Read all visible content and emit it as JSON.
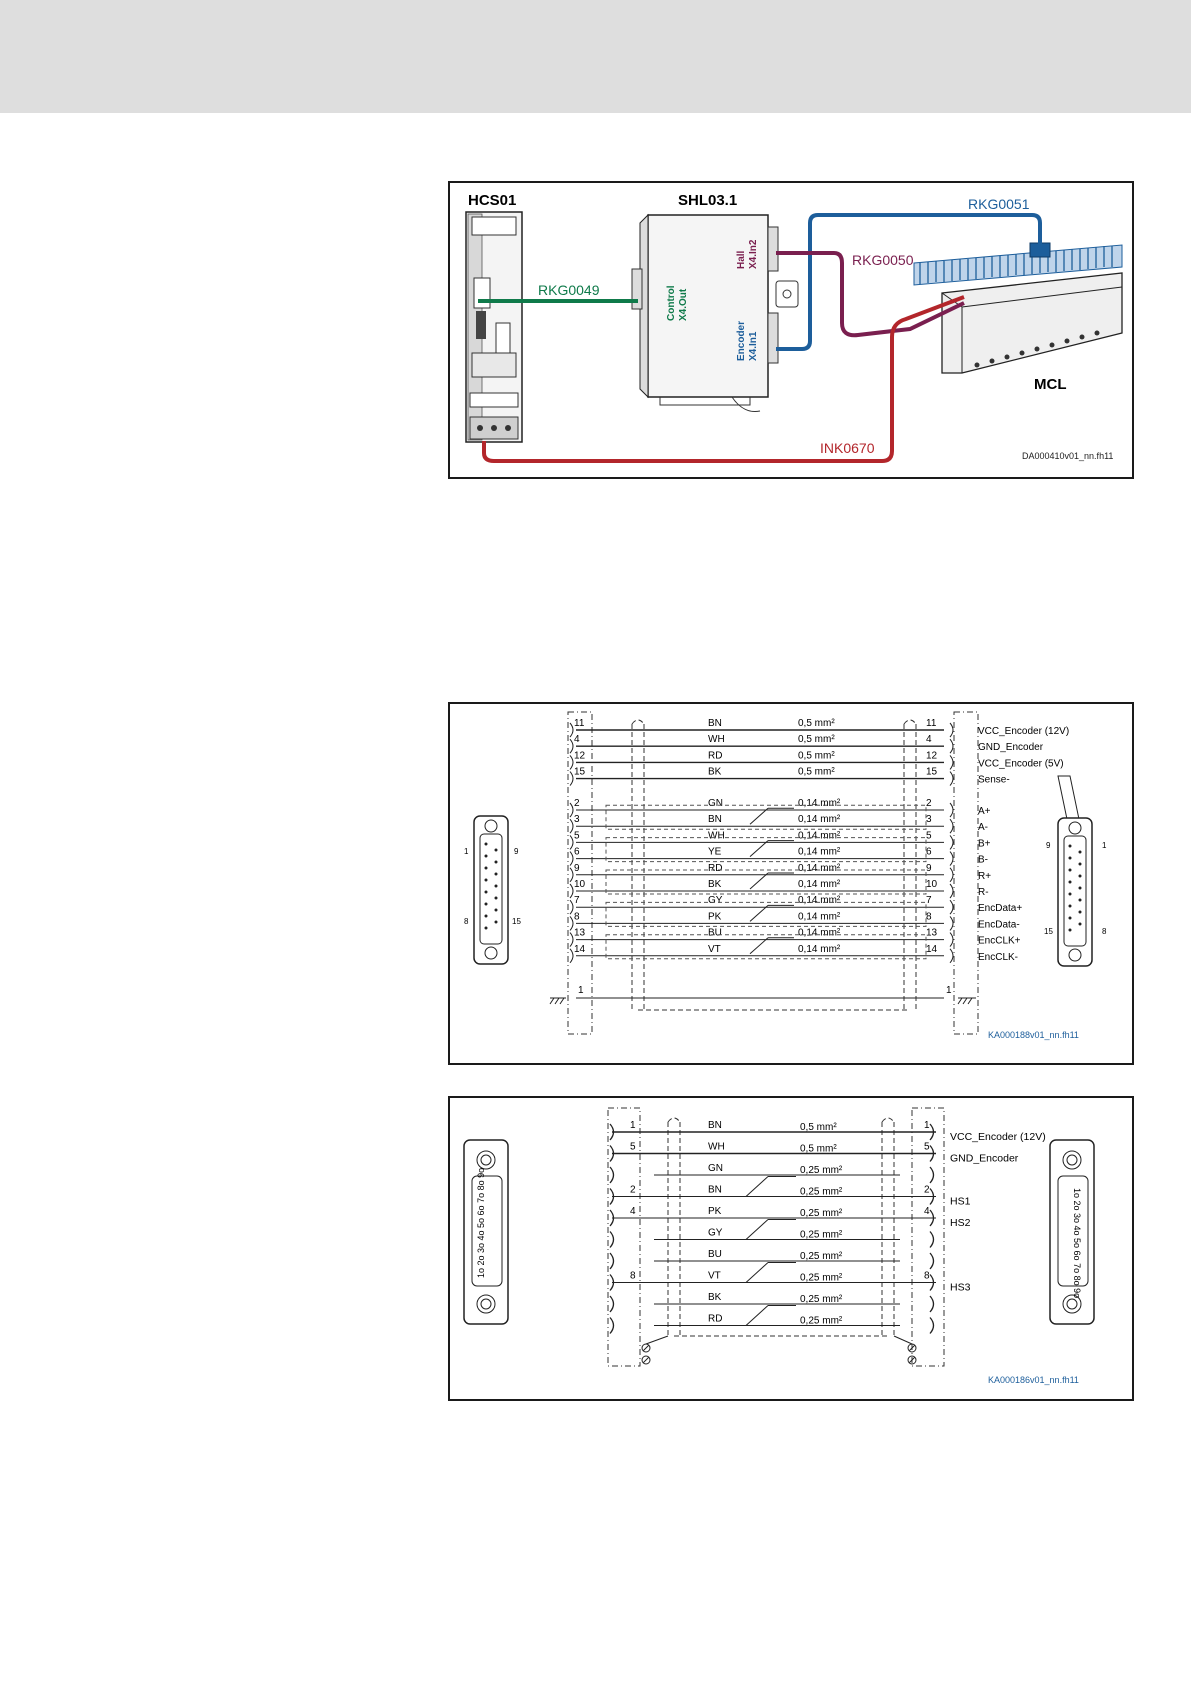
{
  "overview": {
    "drive_label": "HCS01",
    "module_label": "SHL03.1",
    "motor_label": "MCL",
    "cable_control": "RKG0049",
    "cable_encoder": "RKG0051",
    "cable_hall": "RKG0050",
    "cable_power": "INK0670",
    "port_control_line1": "Control",
    "port_control_line2": "X4.Out",
    "port_hall_line1": "Hall",
    "port_hall_line2": "X4.In2",
    "port_encoder_line1": "Encoder",
    "port_encoder_line2": "X4.In1",
    "figure_id": "DA000410v01_nn.fh11",
    "colors": {
      "control": "#0f7a4a",
      "encoder": "#1d5e9b",
      "hall": "#7a1f4f",
      "power": "#b3262b"
    }
  },
  "encoder_cable": {
    "figure_id": "KA000188v01_nn.fh11",
    "left_connector_pins": {
      "top_left": "1",
      "top_right": "9",
      "bottom_left": "8",
      "bottom_right": "15"
    },
    "right_connector_pins": {
      "top_left": "9",
      "top_right": "1",
      "bottom_left": "15",
      "bottom_right": "8"
    },
    "wires": [
      {
        "pin_left": "11",
        "color": "BN",
        "section": "0,5 mm²",
        "pin_right": "11",
        "signal": "VCC_Encoder (12V)"
      },
      {
        "pin_left": "4",
        "color": "WH",
        "section": "0,5 mm²",
        "pin_right": "4",
        "signal": "GND_Encoder"
      },
      {
        "pin_left": "12",
        "color": "RD",
        "section": "0,5 mm²",
        "pin_right": "12",
        "signal": "VCC_Encoder (5V)"
      },
      {
        "pin_left": "15",
        "color": "BK",
        "section": "0,5 mm²",
        "pin_right": "15",
        "signal": "Sense-"
      },
      {
        "pin_left": "2",
        "color": "GN",
        "section": "0,14 mm²",
        "pin_right": "2",
        "signal": "A+"
      },
      {
        "pin_left": "3",
        "color": "BN",
        "section": "0,14 mm²",
        "pin_right": "3",
        "signal": "A-"
      },
      {
        "pin_left": "5",
        "color": "WH",
        "section": "0,14 mm²",
        "pin_right": "5",
        "signal": "B+"
      },
      {
        "pin_left": "6",
        "color": "YE",
        "section": "0,14 mm²",
        "pin_right": "6",
        "signal": "B-"
      },
      {
        "pin_left": "9",
        "color": "RD",
        "section": "0,14 mm²",
        "pin_right": "9",
        "signal": "R+"
      },
      {
        "pin_left": "10",
        "color": "BK",
        "section": "0,14 mm²",
        "pin_right": "10",
        "signal": "R-"
      },
      {
        "pin_left": "7",
        "color": "GY",
        "section": "0,14 mm²",
        "pin_right": "7",
        "signal": "EncData+"
      },
      {
        "pin_left": "8",
        "color": "PK",
        "section": "0,14 mm²",
        "pin_right": "8",
        "signal": "EncData-"
      },
      {
        "pin_left": "13",
        "color": "BU",
        "section": "0,14 mm²",
        "pin_right": "13",
        "signal": "EncCLK+"
      },
      {
        "pin_left": "14",
        "color": "VT",
        "section": "0,14 mm²",
        "pin_right": "14",
        "signal": "EncCLK-"
      }
    ],
    "shield_pin_left": "1",
    "shield_pin_right": "1"
  },
  "hall_cable": {
    "figure_id": "KA000186v01_nn.fh11",
    "left_connector_label": "1o 2o 3o 4o 5o 6o 7o 8o 9o",
    "right_connector_label": "1o 2o 3o 4o 5o 6o 7o 8o 9o",
    "wires": [
      {
        "pin_left": "1",
        "color": "BN",
        "section": "0,5 mm²",
        "pin_right": "1",
        "signal": "VCC_Encoder (12V)"
      },
      {
        "pin_left": "5",
        "color": "WH",
        "section": "0,5 mm²",
        "pin_right": "5",
        "signal": "GND_Encoder"
      },
      {
        "pin_left": "",
        "color": "GN",
        "section": "0,25 mm²",
        "pin_right": "",
        "signal": ""
      },
      {
        "pin_left": "2",
        "color": "BN",
        "section": "0,25 mm²",
        "pin_right": "2",
        "signal": "HS1"
      },
      {
        "pin_left": "4",
        "color": "PK",
        "section": "0,25 mm²",
        "pin_right": "4",
        "signal": "HS2"
      },
      {
        "pin_left": "",
        "color": "GY",
        "section": "0,25 mm²",
        "pin_right": "",
        "signal": ""
      },
      {
        "pin_left": "",
        "color": "BU",
        "section": "0,25 mm²",
        "pin_right": "",
        "signal": ""
      },
      {
        "pin_left": "8",
        "color": "VT",
        "section": "0,25 mm²",
        "pin_right": "8",
        "signal": "HS3"
      },
      {
        "pin_left": "",
        "color": "BK",
        "section": "0,25 mm²",
        "pin_right": "",
        "signal": ""
      },
      {
        "pin_left": "",
        "color": "RD",
        "section": "0,25 mm²",
        "pin_right": "",
        "signal": ""
      }
    ]
  }
}
